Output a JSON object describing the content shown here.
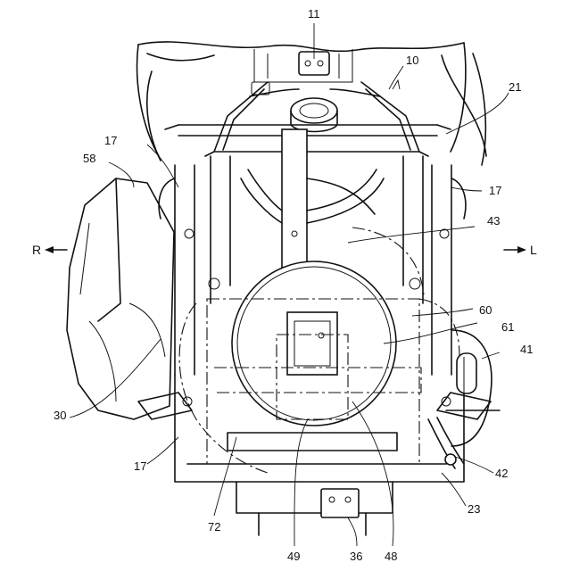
{
  "labels": {
    "n10": "10",
    "n11": "11",
    "n17a": "17",
    "n17b": "17",
    "n17c": "17",
    "n21": "21",
    "n23": "23",
    "n30": "30",
    "n36": "36",
    "n41": "41",
    "n42": "42",
    "n43": "43",
    "n48": "48",
    "n49": "49",
    "n58": "58",
    "n60": "60",
    "n61": "61",
    "n72": "72"
  },
  "directions": {
    "right": "R",
    "left": "L"
  }
}
